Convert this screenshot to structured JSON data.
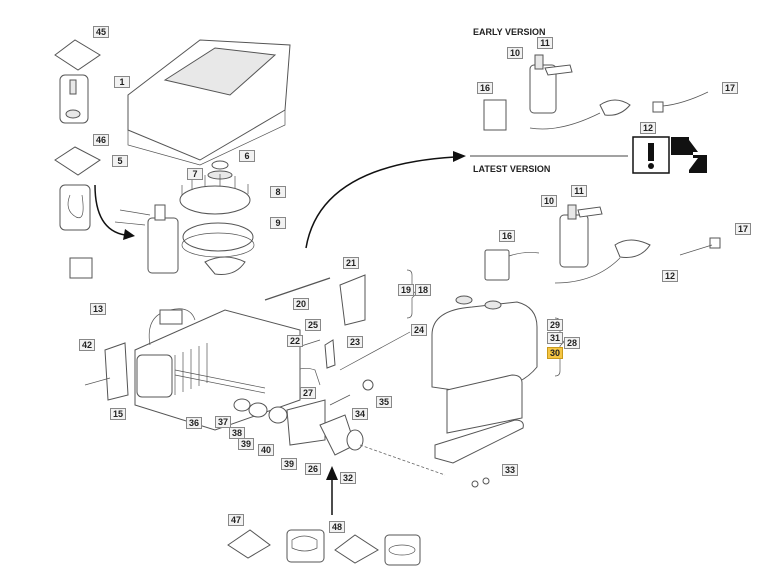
{
  "headings": {
    "early": "EARLY VERSION",
    "latest": "LATEST VERSION"
  },
  "icons": {
    "warning": "!",
    "interchange": "⇅"
  },
  "highlight_color": "#f5c542",
  "labels": [
    {
      "id": "45",
      "text": "45"
    },
    {
      "id": "46",
      "text": "46"
    },
    {
      "id": "1",
      "text": "1"
    },
    {
      "id": "5",
      "text": "5"
    },
    {
      "id": "6",
      "text": "6"
    },
    {
      "id": "7",
      "text": "7"
    },
    {
      "id": "8",
      "text": "8"
    },
    {
      "id": "9",
      "text": "9"
    },
    {
      "id": "e11",
      "text": "11"
    },
    {
      "id": "e10",
      "text": "10"
    },
    {
      "id": "e16",
      "text": "16"
    },
    {
      "id": "e17",
      "text": "17"
    },
    {
      "id": "e12",
      "text": "12"
    },
    {
      "id": "l11",
      "text": "11"
    },
    {
      "id": "l10",
      "text": "10"
    },
    {
      "id": "l16",
      "text": "16"
    },
    {
      "id": "l17",
      "text": "17"
    },
    {
      "id": "l12",
      "text": "12"
    },
    {
      "id": "21",
      "text": "21"
    },
    {
      "id": "20",
      "text": "20"
    },
    {
      "id": "19",
      "text": "19"
    },
    {
      "id": "18",
      "text": "18"
    },
    {
      "id": "25",
      "text": "25"
    },
    {
      "id": "22",
      "text": "22"
    },
    {
      "id": "23",
      "text": "23"
    },
    {
      "id": "24",
      "text": "24"
    },
    {
      "id": "13",
      "text": "13"
    },
    {
      "id": "42",
      "text": "42"
    },
    {
      "id": "15",
      "text": "15"
    },
    {
      "id": "29",
      "text": "29"
    },
    {
      "id": "31",
      "text": "31"
    },
    {
      "id": "28",
      "text": "28"
    },
    {
      "id": "30",
      "text": "30",
      "highlighted": true
    },
    {
      "id": "27",
      "text": "27"
    },
    {
      "id": "35",
      "text": "35"
    },
    {
      "id": "34",
      "text": "34"
    },
    {
      "id": "36",
      "text": "36"
    },
    {
      "id": "37",
      "text": "37"
    },
    {
      "id": "38",
      "text": "38"
    },
    {
      "id": "39a",
      "text": "39"
    },
    {
      "id": "40",
      "text": "40"
    },
    {
      "id": "39b",
      "text": "39"
    },
    {
      "id": "26",
      "text": "26"
    },
    {
      "id": "32",
      "text": "32"
    },
    {
      "id": "33",
      "text": "33"
    },
    {
      "id": "47",
      "text": "47"
    },
    {
      "id": "48",
      "text": "48"
    }
  ]
}
